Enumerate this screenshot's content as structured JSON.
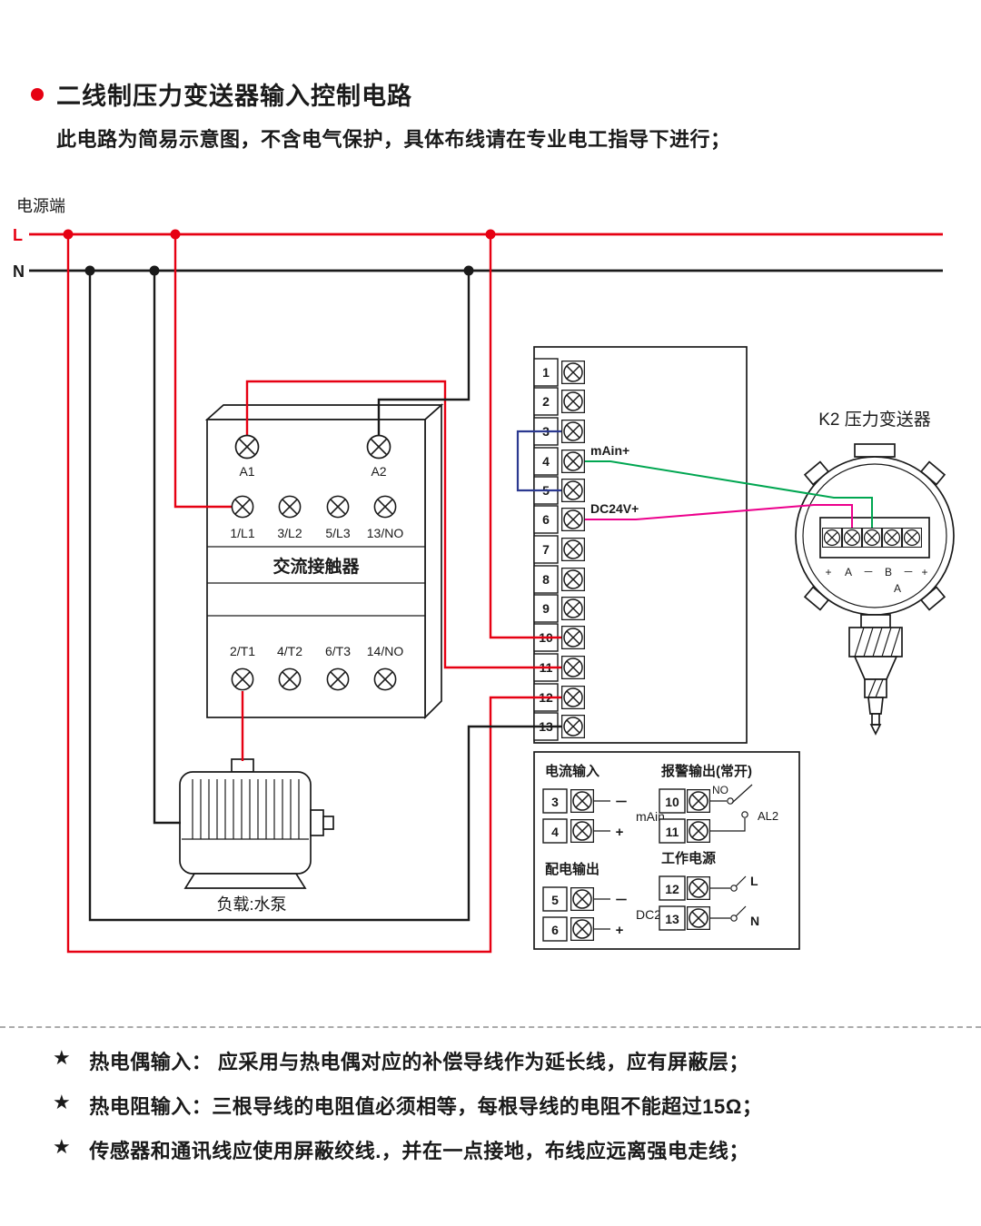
{
  "header": {
    "title": "二线制压力变送器输入控制电路",
    "subtitle": "此电路为简易示意图，不含电气保护，具体布线请在专业电工指导下进行；"
  },
  "power": {
    "section_label": "电源端",
    "l": "L",
    "n": "N"
  },
  "contactor": {
    "coil": [
      "A1",
      "A2"
    ],
    "inputs": [
      "1/L1",
      "3/L2",
      "5/L3",
      "13/NO"
    ],
    "title": "交流接触器",
    "outputs": [
      "2/T1",
      "4/T2",
      "6/T3",
      "14/NO"
    ]
  },
  "load": {
    "label": "负载:水泵"
  },
  "terminal_strip": {
    "numbers": [
      "1",
      "2",
      "3",
      "4",
      "5",
      "6",
      "7",
      "8",
      "9",
      "10",
      "11",
      "12",
      "13"
    ],
    "mains_label": "mAin+",
    "dc_label": "DC24V+"
  },
  "transmitter": {
    "title": "K2 压力变送器",
    "terminals": [
      "+",
      "A",
      "－",
      "B",
      "－",
      "+"
    ],
    "sub_terminal": "A"
  },
  "detail_panel": {
    "current_input": {
      "title": "电流输入",
      "terminals": [
        "3",
        "4"
      ],
      "minus": "－",
      "plus": "+",
      "label": "mAin"
    },
    "alarm_output": {
      "title": "报警输出(常开)",
      "terminals": [
        "10",
        "11"
      ],
      "contact": "NO",
      "load": "AL2"
    },
    "dist_output": {
      "title": "配电输出",
      "terminals": [
        "5",
        "6"
      ],
      "minus": "－",
      "plus": "+",
      "label": "DC24V"
    },
    "work_power": {
      "title": "工作电源",
      "terminals": [
        "12",
        "13"
      ],
      "l": "L",
      "n": "N"
    }
  },
  "notes": {
    "bullet": "★",
    "items": [
      "热电偶输入： 应采用与热电偶对应的补偿导线作为延长线，应有屏蔽层；",
      "热电阻输入：三根导线的电阻值必须相等，每根导线的电阻不能超过15Ω；",
      "传感器和通讯线应使用屏蔽绞线.，并在一点接地，布线应远离强电走线；"
    ]
  },
  "colors": {
    "accent_red": "#e60012",
    "wire_l": "#e60012",
    "wire_n": "#1a1a1a",
    "wire_jumper": "#2b3990",
    "wire_green": "#00a651",
    "wire_magenta": "#ec008c"
  }
}
